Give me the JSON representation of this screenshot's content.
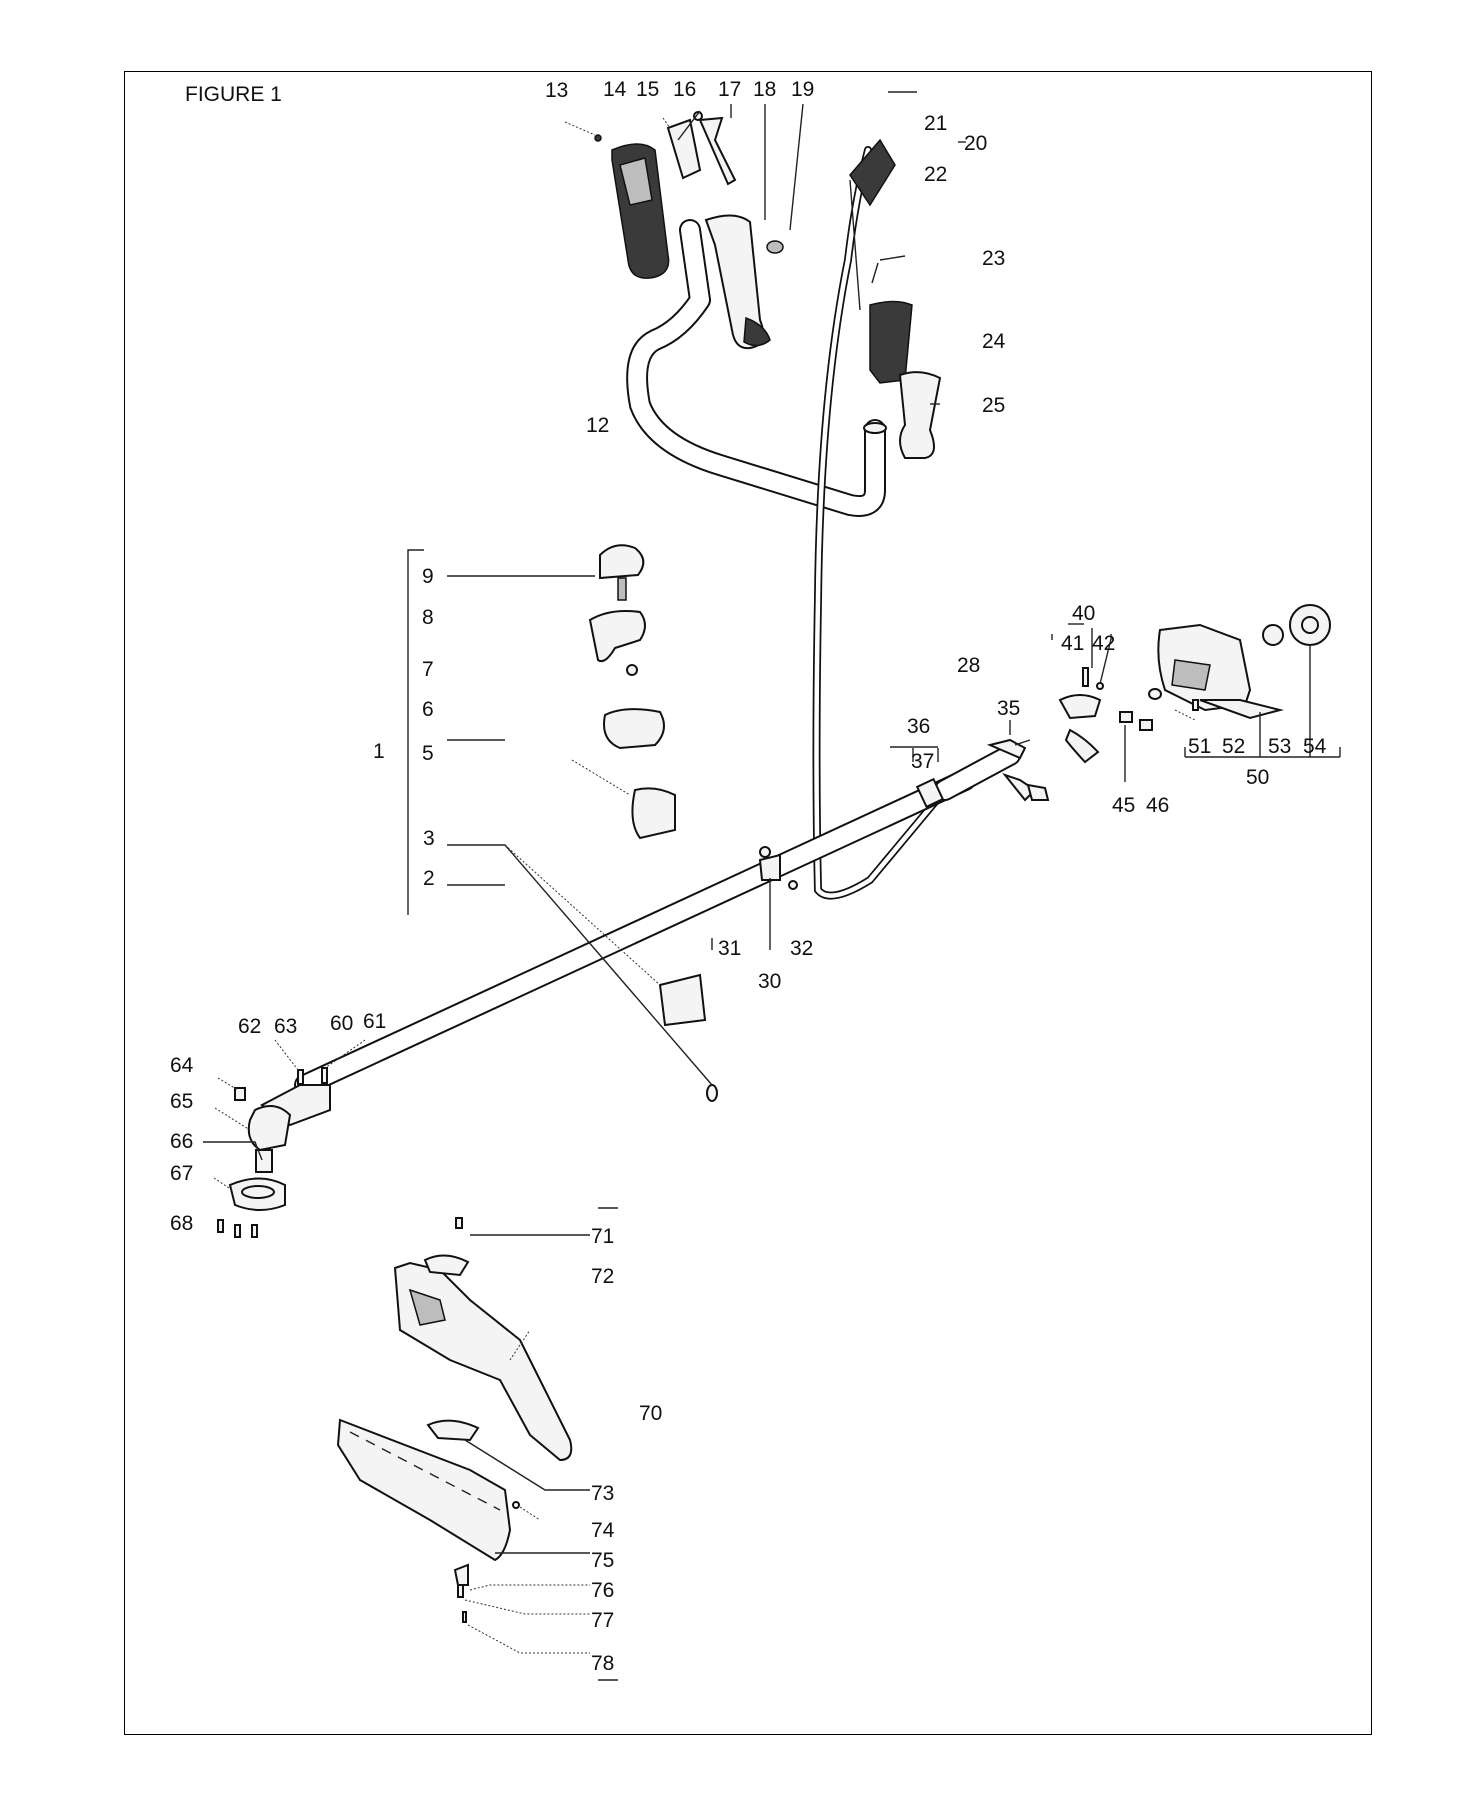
{
  "figure_title": "FIGURE 1",
  "callouts": {
    "c1": "1",
    "c2": "2",
    "c3": "3",
    "c5": "5",
    "c6": "6",
    "c7": "7",
    "c8": "8",
    "c9": "9",
    "c12": "12",
    "c13": "13",
    "c14": "14",
    "c15": "15",
    "c16": "16",
    "c17": "17",
    "c18": "18",
    "c19": "19",
    "c20": "20",
    "c21": "21",
    "c22": "22",
    "c23": "23",
    "c24": "24",
    "c25": "25",
    "c28": "28",
    "c30": "30",
    "c31": "31",
    "c32": "32",
    "c35": "35",
    "c36": "36",
    "c37": "37",
    "c40": "40",
    "c41": "41",
    "c42": "42",
    "c45": "45",
    "c46": "46",
    "c50": "50",
    "c51": "51",
    "c52": "52",
    "c53": "53",
    "c54": "54",
    "c60": "60",
    "c61": "61",
    "c62": "62",
    "c63": "63",
    "c64": "64",
    "c65": "65",
    "c66": "66",
    "c67": "67",
    "c68": "68",
    "c70": "70",
    "c71": "71",
    "c72": "72",
    "c73": "73",
    "c74": "74",
    "c75": "75",
    "c76": "76",
    "c77": "77",
    "c78": "78"
  }
}
